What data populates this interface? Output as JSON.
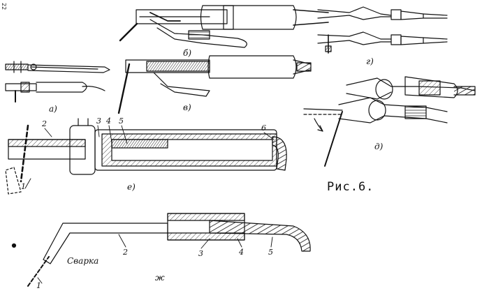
{
  "page_number": "22",
  "caption": "Рис.6.",
  "panel_labels": {
    "a": "а)",
    "b": "б)",
    "v": "в)",
    "g": "г)",
    "d": "д)",
    "e": "е)",
    "zh": "ж"
  },
  "part_numbers_e": [
    "1",
    "2",
    "3",
    "4",
    "5",
    "6"
  ],
  "part_numbers_zh": [
    "1",
    "2",
    "3",
    "4",
    "5"
  ],
  "annotation": "Сварка"
}
